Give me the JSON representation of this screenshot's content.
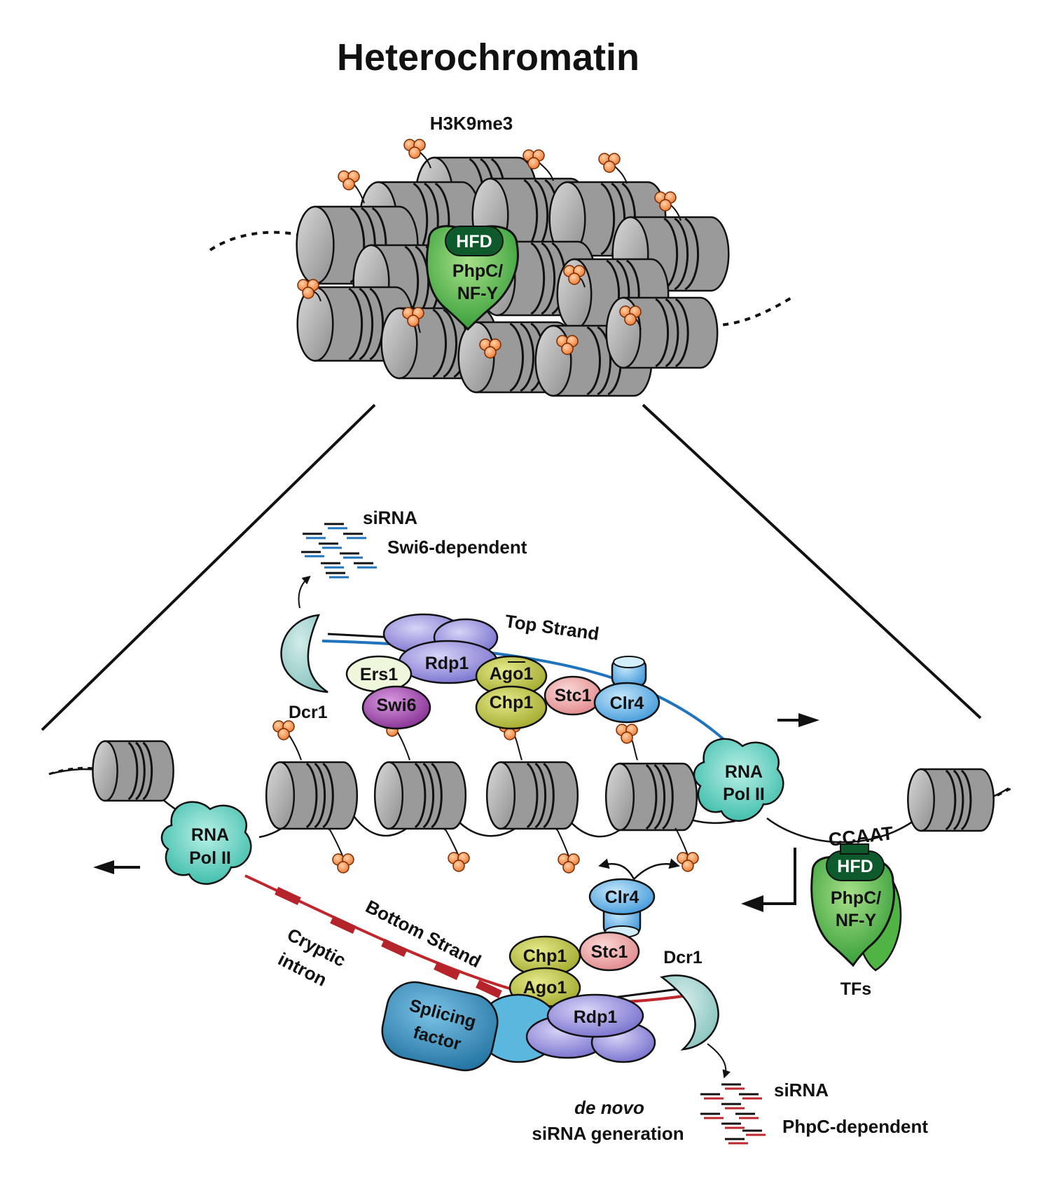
{
  "title": "Heterochromatin",
  "top_panel": {
    "mark_label": "H3K9me3",
    "complex": {
      "domain": "HFD",
      "name_line1": "PhpC/",
      "name_line2": "NF-Y"
    }
  },
  "top_strand": {
    "label": "Top Strand",
    "siRNA_label": "siRNA",
    "siRNA_dependency": "Swi6-dependent",
    "proteins": {
      "dcr1": "Dcr1",
      "rdp1": "Rdp1",
      "ers1": "Ers1",
      "swi6": "Swi6",
      "ago1": "Ago1",
      "chp1": "Chp1",
      "stc1": "Stc1",
      "clr4": "Clr4"
    }
  },
  "polymerases": {
    "right": {
      "line1": "RNA",
      "line2": "Pol II"
    },
    "left": {
      "line1": "RNA",
      "line2": "Pol II"
    }
  },
  "promoter": {
    "motif": "CCAAT",
    "complex": {
      "domain": "HFD",
      "name_line1": "PhpC/",
      "name_line2": "NF-Y"
    },
    "tfs_label": "TFs"
  },
  "bottom_strand": {
    "label": "Bottom Strand",
    "cryptic_line1": "Cryptic",
    "cryptic_line2": "intron",
    "splicing_line1": "Splicing",
    "splicing_line2": "factor",
    "siRNA_label": "siRNA",
    "siRNA_dependency": "PhpC-dependent",
    "denovo_line1": "de novo",
    "denovo_line2": "siRNA generation",
    "proteins": {
      "clr4": "Clr4",
      "chp1": "Chp1",
      "ago1": "Ago1",
      "stc1": "Stc1",
      "rdp1": "Rdp1",
      "dcr1": "Dcr1"
    }
  },
  "colors": {
    "nucleosome": "#a9a9a9",
    "methyl_mark": "#f07b2a",
    "phpc_green": "#3faa3a",
    "hfd_dark": "#0f5a2c",
    "rna_pol": "#3cc8b4",
    "rdp1": "#8a86d8",
    "ago_chp": "#a9ae28",
    "stc1": "#e8989a",
    "clr4": "#3aa3e0",
    "swi6": "#8e2a99",
    "ers1": "#eef6dc",
    "dcr1": "#94cbc7",
    "splicing": "#2a86b8",
    "top_strand": "#1f74bd",
    "bottom_strand": "#c0272d"
  }
}
